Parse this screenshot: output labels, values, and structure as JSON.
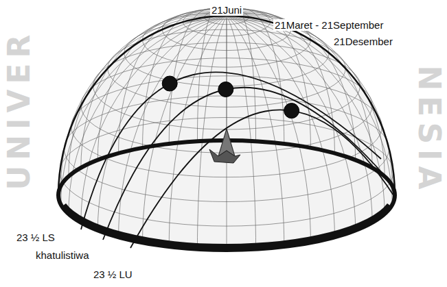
{
  "diagram": {
    "labels": [
      "21Juni",
      "21Maret - 21September",
      "21Desember",
      "23 ½ LS",
      "khatulistiwa",
      "23 ½ LU",
      "UNIVER",
      "NESIA"
    ]
  }
}
